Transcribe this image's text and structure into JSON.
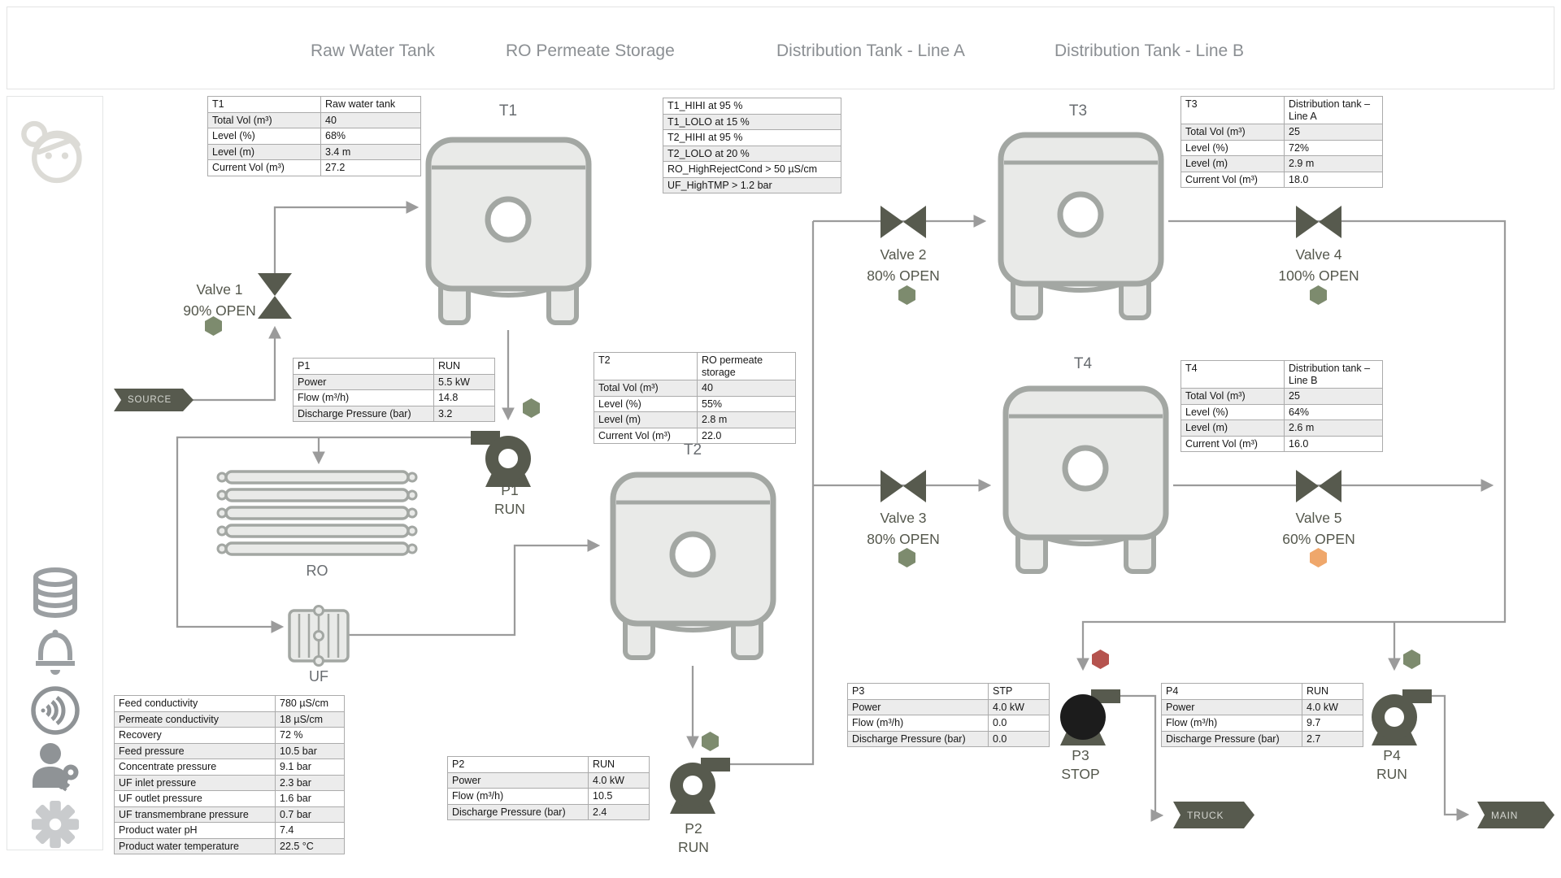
{
  "header": {
    "tabs": [
      "Raw Water Tank",
      "RO Permeate Storage",
      "Distribution Tank - Line A",
      "Distribution Tank - Line B"
    ]
  },
  "sidebar": {
    "icons": [
      "avatar",
      "database",
      "alarm-bell",
      "broadcast",
      "user-access",
      "settings"
    ]
  },
  "colors": {
    "status_green": "#7d8b6e",
    "status_orange": "#efa76b",
    "status_red": "#b5534e",
    "equipment_dark": "#575a4e",
    "pipe_gray": "#9b9b9b"
  },
  "tags": {
    "source": "SOURCE",
    "truck": "TRUCK",
    "main": "MAIN"
  },
  "equipment": {
    "t1_label": "T1",
    "t2_label": "T2",
    "t3_label": "T3",
    "t4_label": "T4",
    "ro_label": "RO",
    "uf_label": "UF"
  },
  "valves": {
    "v1": {
      "name": "Valve 1",
      "state": "90% OPEN"
    },
    "v2": {
      "name": "Valve 2",
      "state": "80% OPEN"
    },
    "v3": {
      "name": "Valve 3",
      "state": "80% OPEN"
    },
    "v4": {
      "name": "Valve 4",
      "state": "100% OPEN"
    },
    "v5": {
      "name": "Valve 5",
      "state": "60% OPEN"
    }
  },
  "pumps": {
    "p1": {
      "name": "P1",
      "state": "RUN"
    },
    "p2": {
      "name": "P2",
      "state": "RUN"
    },
    "p3": {
      "name": "P3",
      "state": "STOP"
    },
    "p4": {
      "name": "P4",
      "state": "RUN"
    }
  },
  "tables": {
    "t1": [
      [
        "T1",
        "Raw water tank"
      ],
      [
        "Total Vol (m³)",
        "40"
      ],
      [
        "Level (%)",
        "68%"
      ],
      [
        "Level (m)",
        "3.4 m"
      ],
      [
        "Current Vol (m³)",
        "27.2"
      ]
    ],
    "t2": [
      [
        "T2",
        "RO permeate storage"
      ],
      [
        "Total Vol (m³)",
        "40"
      ],
      [
        "Level (%)",
        "55%"
      ],
      [
        "Level (m)",
        "2.8 m"
      ],
      [
        "Current Vol (m³)",
        "22.0"
      ]
    ],
    "t3": [
      [
        "T3",
        "Distribution tank – Line A"
      ],
      [
        "Total Vol (m³)",
        "25"
      ],
      [
        "Level (%)",
        "72%"
      ],
      [
        "Level (m)",
        "2.9 m"
      ],
      [
        "Current Vol (m³)",
        "18.0"
      ]
    ],
    "t4": [
      [
        "T4",
        "Distribution tank – Line B"
      ],
      [
        "Total Vol (m³)",
        "25"
      ],
      [
        "Level (%)",
        "64%"
      ],
      [
        "Level (m)",
        "2.6 m"
      ],
      [
        "Current Vol (m³)",
        "16.0"
      ]
    ],
    "p1": [
      [
        "P1",
        "RUN"
      ],
      [
        "Power",
        "5.5 kW"
      ],
      [
        "Flow (m³/h)",
        "14.8"
      ],
      [
        "Discharge Pressure (bar)",
        "3.2"
      ]
    ],
    "p2": [
      [
        "P2",
        "RUN"
      ],
      [
        "Power",
        "4.0 kW"
      ],
      [
        "Flow (m³/h)",
        "10.5"
      ],
      [
        "Discharge Pressure (bar)",
        "2.4"
      ]
    ],
    "p3": [
      [
        "P3",
        "STP"
      ],
      [
        "Power",
        "4.0 kW"
      ],
      [
        "Flow (m³/h)",
        "0.0"
      ],
      [
        "Discharge Pressure (bar)",
        "0.0"
      ]
    ],
    "p4": [
      [
        "P4",
        "RUN"
      ],
      [
        "Power",
        "4.0 kW"
      ],
      [
        "Flow (m³/h)",
        "9.7"
      ],
      [
        "Discharge Pressure (bar)",
        "2.7"
      ]
    ],
    "alarms": [
      "T1_HIHI at 95 %",
      "T1_LOLO at 15 %",
      "T2_HIHI at 95 %",
      "T2_LOLO at 20 %",
      "RO_HighRejectCond > 50 µS/cm",
      "UF_HighTMP > 1.2 bar"
    ],
    "quality": [
      [
        "Feed conductivity",
        "780 µS/cm"
      ],
      [
        "Permeate conductivity",
        "18 µS/cm"
      ],
      [
        "Recovery",
        "72 %"
      ],
      [
        "Feed pressure",
        "10.5 bar"
      ],
      [
        "Concentrate pressure",
        "9.1 bar"
      ],
      [
        "UF inlet pressure",
        "2.3 bar"
      ],
      [
        "UF outlet pressure",
        "1.6 bar"
      ],
      [
        "UF transmembrane pressure",
        "0.7 bar"
      ],
      [
        "Product water pH",
        "7.4"
      ],
      [
        "Product water temperature",
        "22.5 °C"
      ]
    ]
  }
}
